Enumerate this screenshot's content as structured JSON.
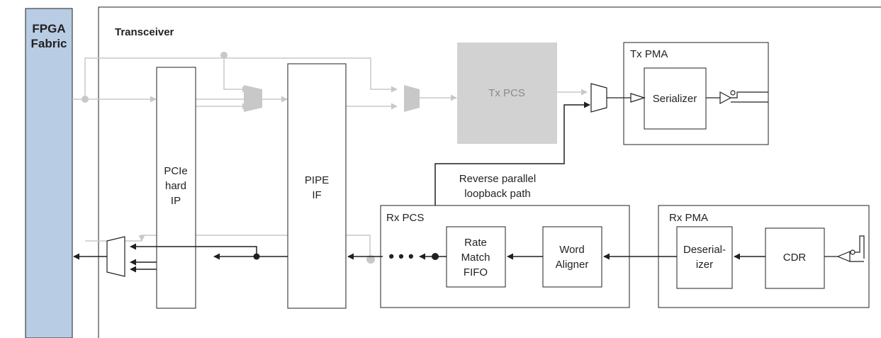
{
  "fabric": {
    "line1": "FPGA",
    "line2": "Fabric"
  },
  "transceiver": {
    "title": "Transceiver"
  },
  "pcie": {
    "line1": "PCIe",
    "line2": "hard",
    "line3": "IP"
  },
  "pipe": {
    "line1": "PIPE",
    "line2": "IF"
  },
  "tx_pcs": {
    "label": "Tx PCS"
  },
  "tx_pma": {
    "title": "Tx PMA",
    "serializer": "Serializer"
  },
  "loopback": {
    "line1": "Reverse parallel",
    "line2": "loopback path"
  },
  "rx_pcs": {
    "title": "Rx PCS",
    "ellipsis": "• • •",
    "rate_match": {
      "line1": "Rate",
      "line2": "Match",
      "line3": "FIFO"
    },
    "word_aligner": {
      "line1": "Word",
      "line2": "Aligner"
    }
  },
  "rx_pma": {
    "title": "Rx PMA",
    "deserializer": {
      "line1": "Deserial-",
      "line2": "izer"
    },
    "cdr": "CDR"
  },
  "colors": {
    "fabric_fill": "#b8cce4",
    "active": "#231f20",
    "inactive": "#c8c8c8",
    "tx_pcs_fill": "#d2d2d2"
  }
}
